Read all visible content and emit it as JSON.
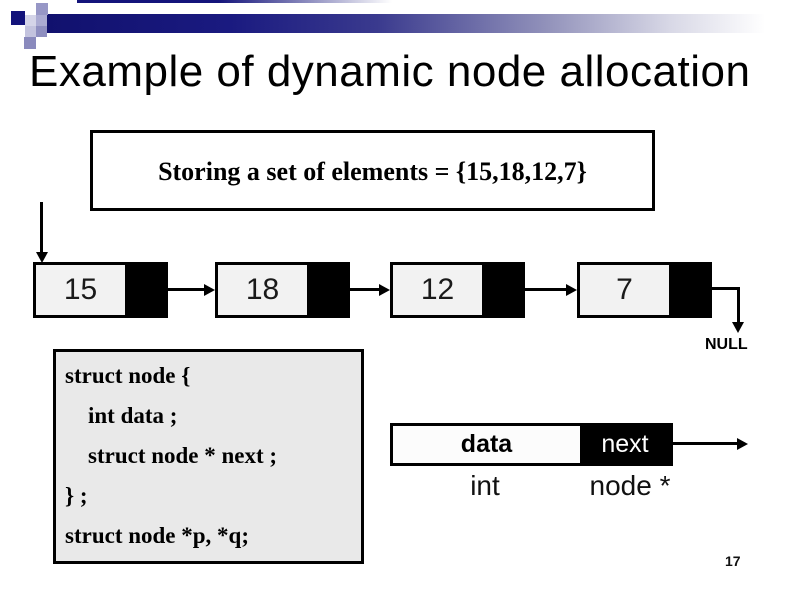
{
  "slide": {
    "title": "Example of dynamic node allocation",
    "page_number": "17"
  },
  "storing_box": {
    "text": "Storing a set of elements = {15,18,12,7}"
  },
  "linked_list": {
    "nodes": [
      {
        "value": "15"
      },
      {
        "value": "18"
      },
      {
        "value": "12"
      },
      {
        "value": "7"
      }
    ],
    "terminator": "NULL"
  },
  "code_box": {
    "lines": [
      "struct node {",
      "    int data ;",
      "    struct node * next ;",
      "} ;",
      "struct node *p, *q;"
    ]
  },
  "field_node": {
    "data_label": "data",
    "next_label": "next",
    "data_type": "int",
    "next_type": "node *"
  },
  "colors": {
    "accent_navy": "#14147b",
    "node_fill": "#f2f2f2",
    "code_box_fill": "#e9e9e9",
    "pointer_black": "#000000"
  }
}
